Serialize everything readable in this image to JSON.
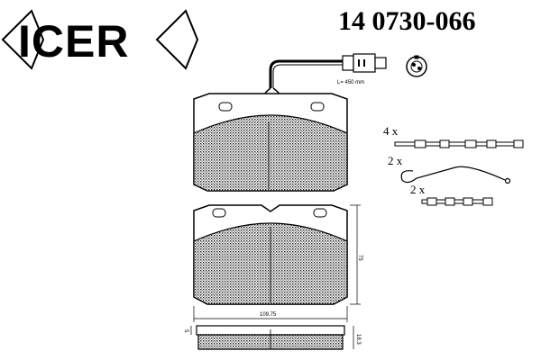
{
  "brand": {
    "name": "ICER"
  },
  "part_number": "14 0730-066",
  "sensor": {
    "length_label": "L= 450 mm"
  },
  "accessories": [
    {
      "quantity": "4 x",
      "icon": "guide-pin-icon"
    },
    {
      "quantity": "2 x",
      "icon": "anti-rattle-spring-icon"
    },
    {
      "quantity": "2 x",
      "icon": "short-pin-icon"
    }
  ],
  "dimensions": {
    "width": "109.75",
    "height": "75",
    "backplate_thickness": "5",
    "total_thickness": "18.3"
  }
}
